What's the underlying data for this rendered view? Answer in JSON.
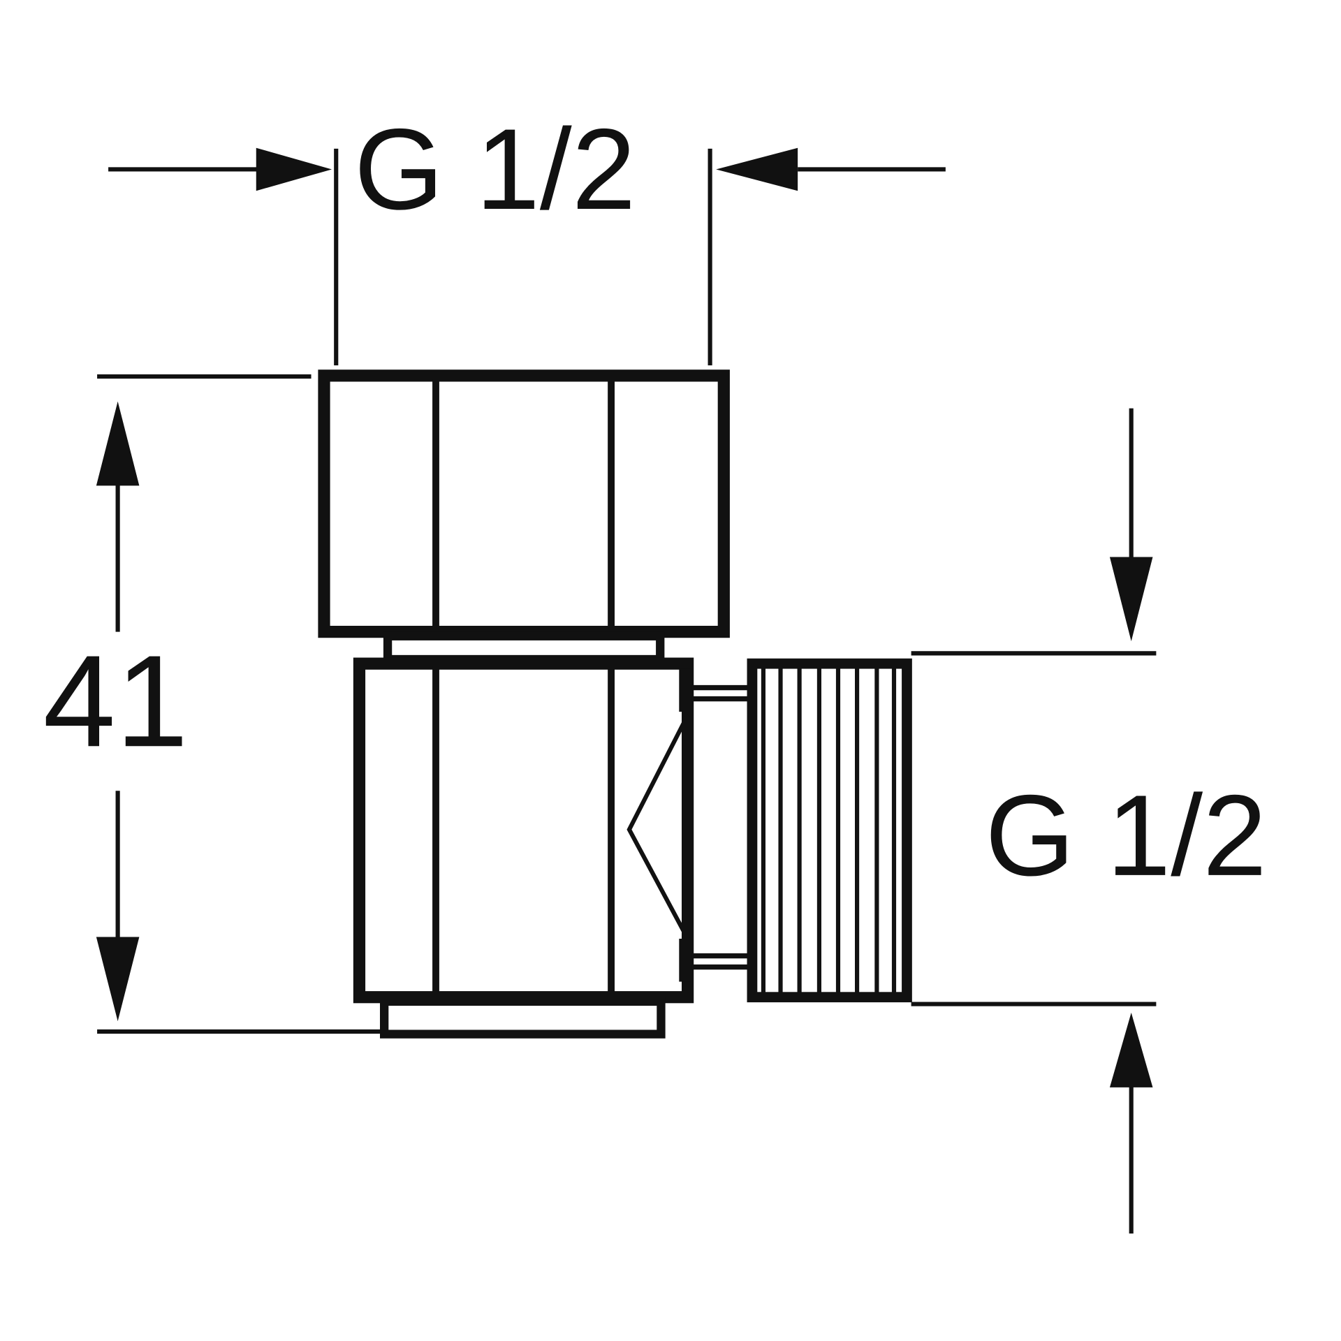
{
  "drawing": {
    "top_dimension_label": "G 1/2",
    "height_dimension_label": "41",
    "side_dimension_label": "G 1/2",
    "line_color": "#111111",
    "background_color": "#ffffff"
  }
}
